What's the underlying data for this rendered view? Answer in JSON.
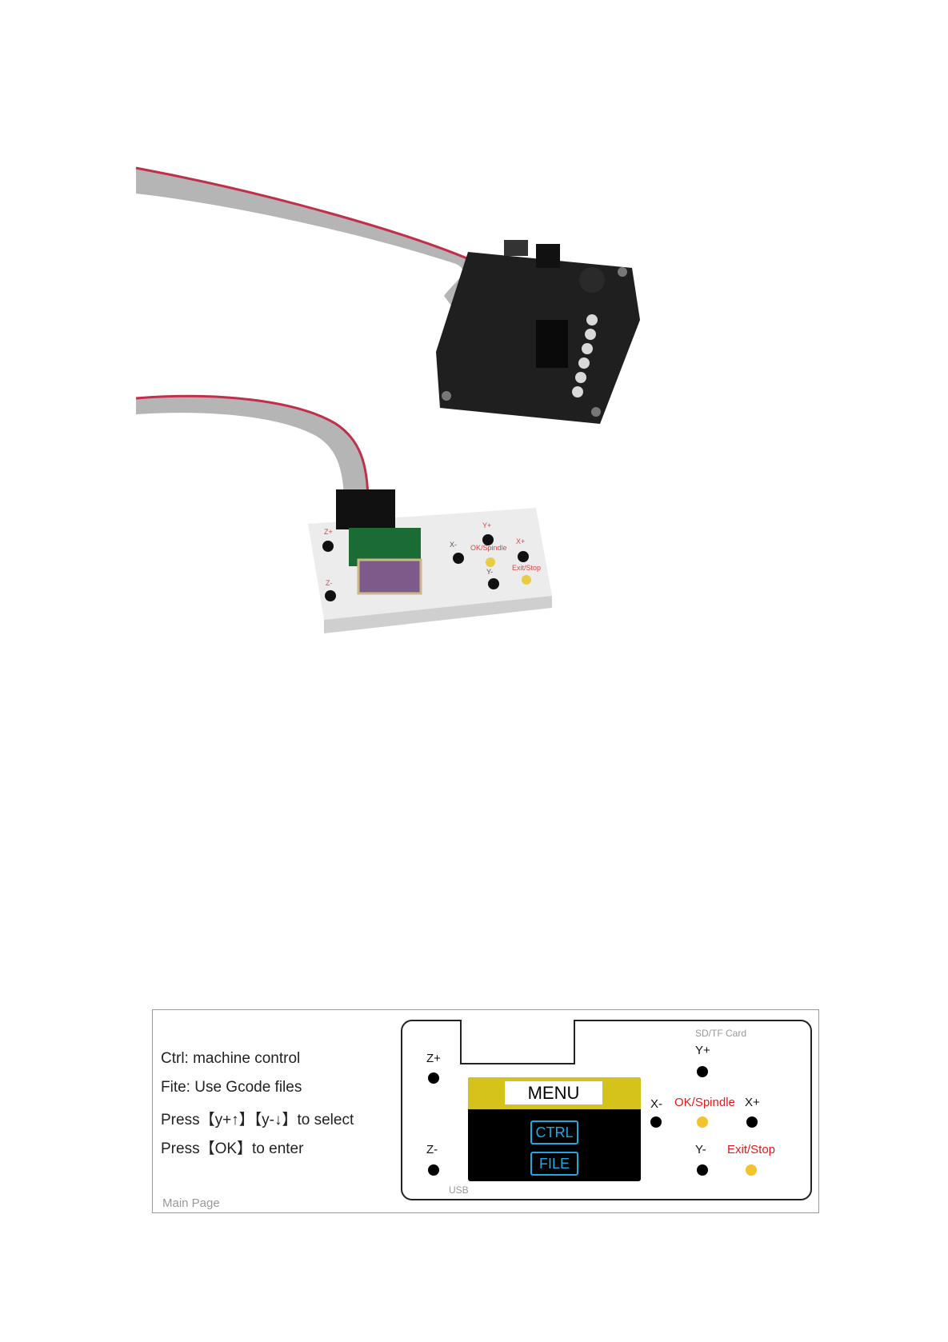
{
  "photo": {
    "controller_labels": {
      "z_plus": "Z+",
      "z_minus": "Z-",
      "y_plus": "Y+",
      "y_minus": "Y-",
      "x_minus": "X-",
      "x_plus": "X+",
      "ok_spindle": "OK/Spindle",
      "exit_stop": "Exit/Stop"
    },
    "colors": {
      "board": "#1f1f1f",
      "cable": "#b5b5b5",
      "cable_stripe": "#c0304a",
      "housing": "#ececec",
      "oled": "#7e5a8a",
      "button_yellow": "#e8cc45"
    }
  },
  "diagram": {
    "help_lines": [
      "Ctrl: machine control",
      "Fite: Use Gcode files",
      "Press【y+↑】【y-↓】to select",
      "Press【OK】to enter"
    ],
    "caption": "Main Page",
    "sd_label": "SD/TF Card",
    "usb_label": "USB",
    "buttons": {
      "z_plus": "Z+",
      "z_minus": "Z-",
      "y_plus": "Y+",
      "y_minus": "Y-",
      "x_minus": "X-",
      "x_plus": "X+",
      "ok_spindle": "OK/Spindle",
      "exit_stop": "Exit/Stop"
    },
    "screen": {
      "title": "MENU",
      "items": [
        "CTRL",
        "FILE"
      ]
    },
    "colors": {
      "accent_red": "#e01a1a",
      "screen_header": "#d5c21a",
      "screen_item": "#1fa9e0",
      "button_yellow": "#f2c230"
    }
  }
}
